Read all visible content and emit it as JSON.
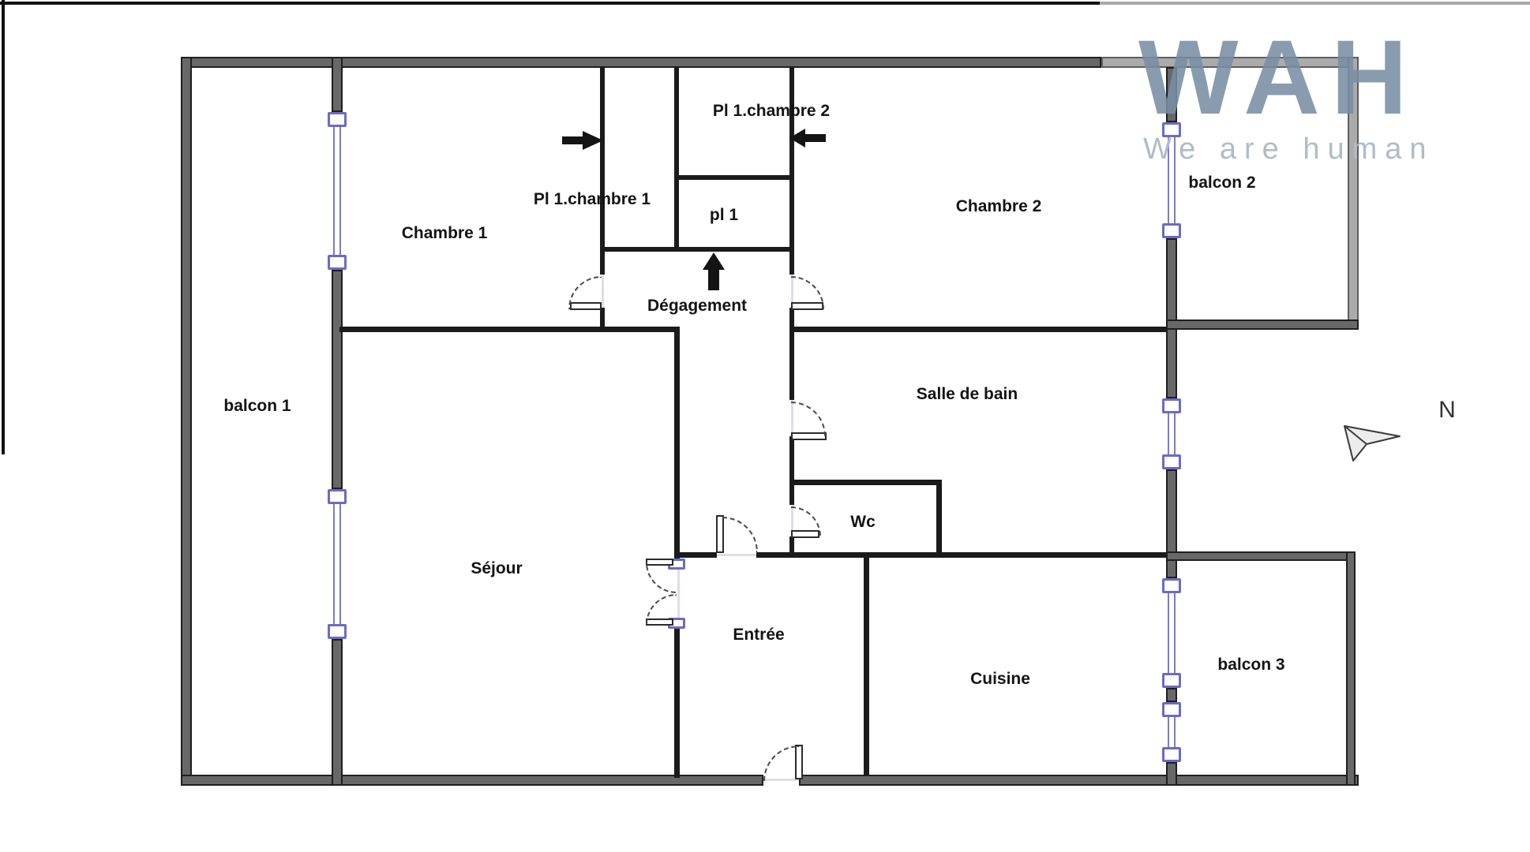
{
  "logo": {
    "title": "WAH",
    "subtitle": "We are human"
  },
  "compass": {
    "label": "N"
  },
  "rooms": {
    "chambre1": "Chambre 1",
    "chambre2": "Chambre 2",
    "sejour": "Séjour",
    "salle_de_bain": "Salle de bain",
    "wc": "Wc",
    "cuisine": "Cuisine",
    "entree": "Entrée",
    "degagement": "Dégagement",
    "pl1_chambre1": "Pl 1.chambre 1",
    "pl1_chambre2": "Pl 1.chambre 2",
    "pl1": "pl 1",
    "balcon1": "balcon 1",
    "balcon2": "balcon 2",
    "balcon3": "balcon 3"
  },
  "colors": {
    "wall-dark-fill": "#686868",
    "wall-light-fill": "#ababab",
    "wall-int": "#1b1b1b",
    "win-blue": "#7a7ad0",
    "win-handle": "#6b6bc4",
    "logo-blue": "rgba(121,141,164,0.88)",
    "logo-sub": "#b0bcc8"
  }
}
